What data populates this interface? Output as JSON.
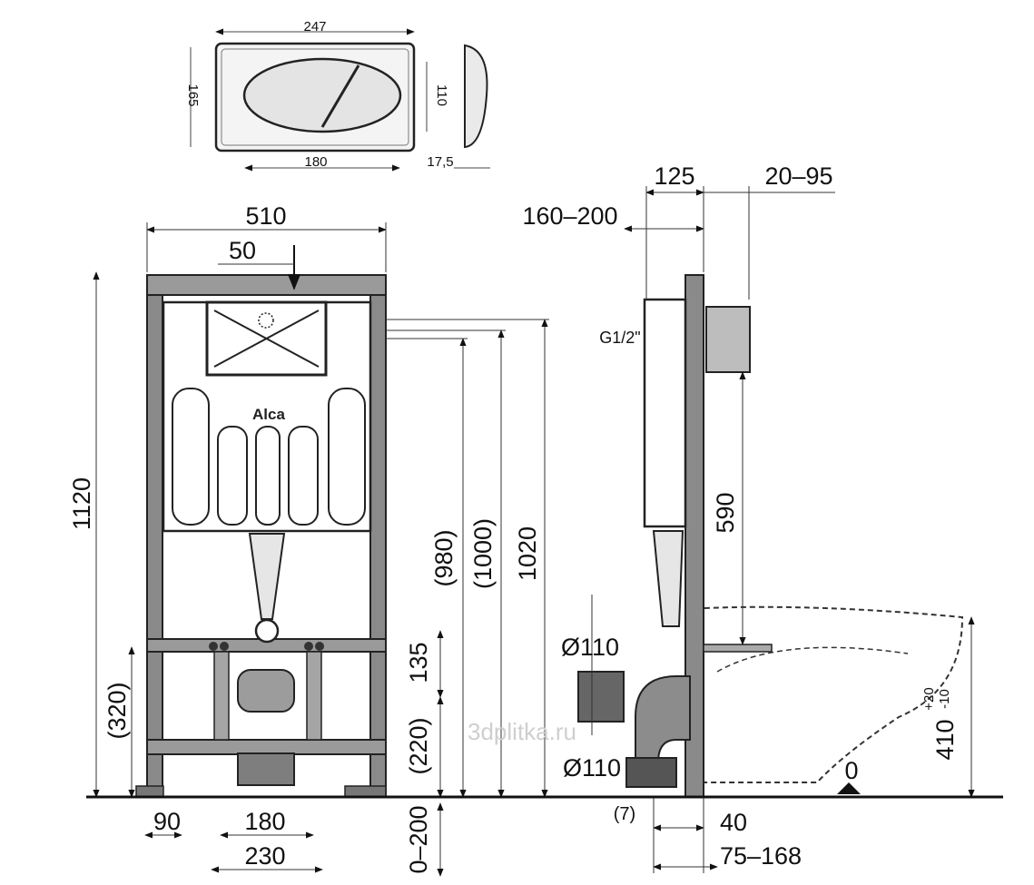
{
  "top_view": {
    "width": "247",
    "height": "165",
    "oval_height": "110",
    "oval_width": "180",
    "depth": "17,5"
  },
  "front_view": {
    "frame_width": "510",
    "inlet_offset": "50",
    "total_height": "1120",
    "height_980": "(980)",
    "height_1000": "(1000)",
    "height_1020": "1020",
    "height_320": "(320)",
    "height_135": "135",
    "height_220": "(220)",
    "adjust": "0–200",
    "foot_90": "90",
    "bolt_180": "180",
    "bolt_230": "230",
    "brand": "Alca"
  },
  "side_view": {
    "range_160_200": "160–200",
    "depth_125": "125",
    "range_20_95": "20–95",
    "thread": "G1/2\"",
    "height_590": "590",
    "pipe_top": "Ø110",
    "pipe_bottom": "Ø110",
    "floor_zero": "0",
    "seat_height": "410",
    "tol_plus": "+20",
    "tol_minus": "-10",
    "gap_7": "(7)",
    "depth_40": "40",
    "range_75_168": "75–168"
  },
  "watermark": "3dplitka.ru"
}
